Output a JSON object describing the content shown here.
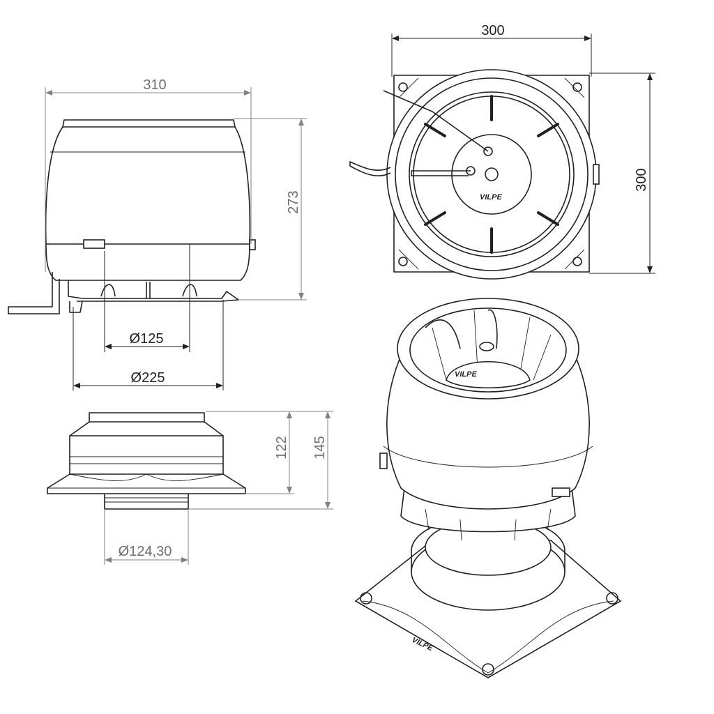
{
  "title": "Roof fan technical drawing",
  "dimensions": {
    "side_width": "310",
    "side_height": "273",
    "inner_diameter": "Ø125",
    "base_diameter": "Ø225",
    "top_width": "300",
    "top_height": "300",
    "base_height_inner": "122",
    "base_height_total": "145",
    "nozzle_diameter": "Ø124,30"
  },
  "brand": "VILPE",
  "colors": {
    "line": "#231f20",
    "dim_gray": "#808285"
  }
}
